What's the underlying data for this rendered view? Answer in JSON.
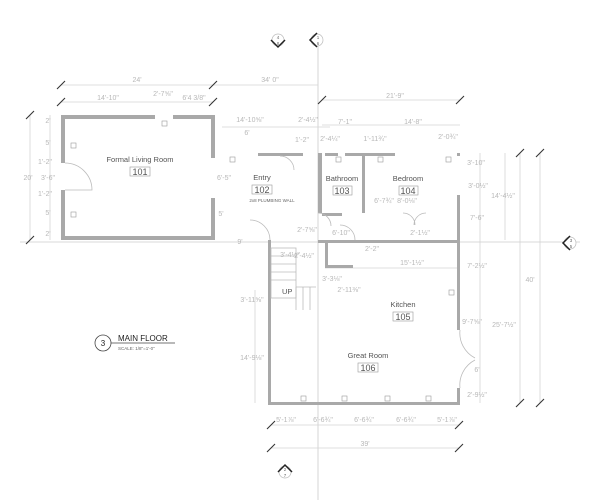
{
  "drawing": {
    "title": "MAIN FLOOR",
    "scale": "SCALE: 1/8\"=1'-0\"",
    "detail_number": "3",
    "section_markers": [
      {
        "top": "4",
        "bottom": "8"
      },
      {
        "top": "1",
        "bottom": "6"
      },
      {
        "top": "3",
        "bottom": "5"
      },
      {
        "top": "2",
        "bottom": "7"
      }
    ]
  },
  "rooms": [
    {
      "name": "Formal Living Room",
      "number": "101"
    },
    {
      "name": "Entry",
      "number": "102"
    },
    {
      "name": "Bathroom",
      "number": "103"
    },
    {
      "name": "Bedroom",
      "number": "104"
    },
    {
      "name": "Kitchen",
      "number": "105"
    },
    {
      "name": "Great Room",
      "number": "106"
    }
  ],
  "notes": {
    "plumbing_wall": "2x8 PLUMBING WALL",
    "stair": "UP"
  },
  "dimensions": {
    "top": [
      "24'",
      "34' 0\"",
      "14'-10\"",
      "2'-7⅝\"",
      "6'4 3/8\"",
      "14'-10⅝\"",
      "6'",
      "2'-4½\"",
      "1'-2\"",
      "21'-9\"",
      "7'-1\"",
      "14'-8\"",
      "2'-4¼\"",
      "1'-11¾\"",
      "2'-0¾\""
    ],
    "left": [
      "20'",
      "2'",
      "5'",
      "1'-2\"",
      "3'-6\"",
      "1'-2\"",
      "5'",
      "2'"
    ],
    "interior": [
      "6'-5\"",
      "5'",
      "9'",
      "6'-7¾\"",
      "8'-0⅛\"",
      "2'-1½\"",
      "6'-10\"",
      "2'-2\"",
      "15'-1½\"",
      "3'-3⅛\"",
      "2'-11⅜\"",
      "3'-4½\"",
      "3'-11⅝\"",
      "14'-9⅛\"",
      "2'-7⅝\"",
      "2'-4½\""
    ],
    "right": [
      "3'-10\"",
      "3'-0½\"",
      "14'-4½\"",
      "7'-6\"",
      "7'-2½\"",
      "9'-7⅝\"",
      "25'-7½\"",
      "6'",
      "2'-9½\"",
      "40'"
    ],
    "bottom": [
      "5'-1⅞\"",
      "6'-6¾\"",
      "6'-6¾\"",
      "6'-6¾\"",
      "5'-1⅞\"",
      "39'"
    ]
  }
}
